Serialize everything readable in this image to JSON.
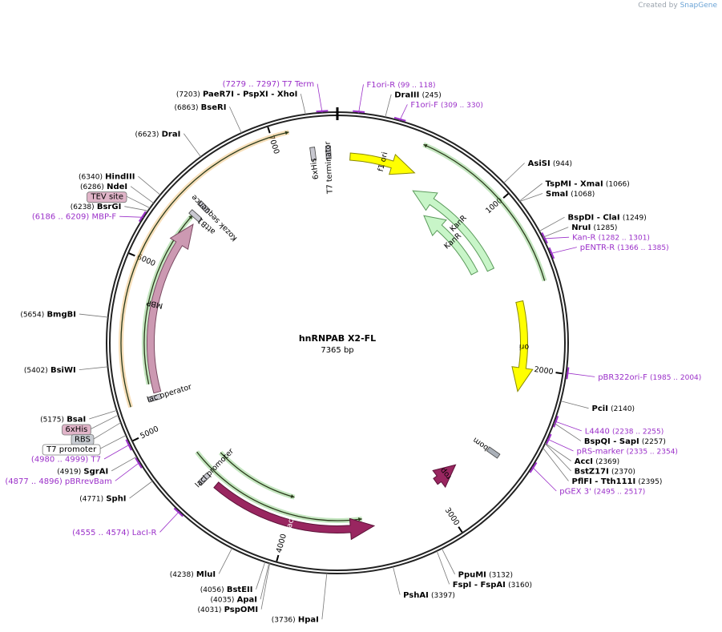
{
  "header": {
    "credit_prefix": "Created by",
    "credit_brand": "SnapGene"
  },
  "plasmid": {
    "name": "hnRNPAB X2-FL",
    "size_label": "7365 bp",
    "length": 7365
  },
  "colors": {
    "enzyme": "#000000",
    "primer": "#9b30c9",
    "tick": "#000000"
  },
  "ticks": [
    {
      "label": "1000",
      "bp": 1000
    },
    {
      "label": "2000",
      "bp": 2000
    },
    {
      "label": "3000",
      "bp": 3000
    },
    {
      "label": "4000",
      "bp": 4000
    },
    {
      "label": "5000",
      "bp": 5000
    },
    {
      "label": "6000",
      "bp": 6000
    },
    {
      "label": "7000",
      "bp": 7000
    }
  ],
  "sites": [
    {
      "kind": "primer",
      "text": "(7279 .. 7297)  T7 Term",
      "bp": 7288
    },
    {
      "kind": "primer",
      "text": "F1ori-R",
      "pos": "(99 .. 118)",
      "bp": 108
    },
    {
      "kind": "enzyme",
      "name": "DraIII",
      "pos": "(245)",
      "bp": 245
    },
    {
      "kind": "primer",
      "text": "F1ori-F",
      "pos": "(309 .. 330)",
      "bp": 320
    },
    {
      "kind": "enzyme",
      "pos": "(7203)",
      "name": "PaeR7I  - PspXI  - XhoI",
      "bp": 7203
    },
    {
      "kind": "enzyme",
      "pos": "(6863)",
      "name": "BseRI",
      "bp": 6863
    },
    {
      "kind": "enzyme",
      "pos": "(6623)",
      "name": "DraI",
      "bp": 6623
    },
    {
      "kind": "enzyme",
      "name": "AsiSI",
      "pos": "(944)",
      "bp": 944
    },
    {
      "kind": "enzyme",
      "name": "TspMI  - XmaI",
      "pos": "(1066)",
      "bp": 1066
    },
    {
      "kind": "enzyme",
      "name": "SmaI",
      "pos": "(1068)",
      "bp": 1068
    },
    {
      "kind": "enzyme",
      "name": "BspDI  - ClaI",
      "pos": "(1249)",
      "bp": 1249
    },
    {
      "kind": "primer",
      "text": "Kan-R",
      "pos": "(1282 .. 1301)",
      "bp": 1292
    },
    {
      "kind": "enzyme",
      "name": "NruI",
      "pos": "(1285)",
      "bp": 1285
    },
    {
      "kind": "primer",
      "text": "pENTR-R",
      "pos": "(1366 .. 1385)",
      "bp": 1376
    },
    {
      "kind": "enzyme",
      "pos": "(6340)",
      "name": "HindIII",
      "bp": 6340
    },
    {
      "kind": "enzyme",
      "pos": "(6286)",
      "name": "NdeI",
      "bp": 6286
    },
    {
      "kind": "boxed",
      "text": "TEV site",
      "bp": 6255
    },
    {
      "kind": "enzyme",
      "pos": "(6238)",
      "name": "BsrGI",
      "bp": 6238
    },
    {
      "kind": "primer",
      "text": "(6186 .. 6209)  MBP-F",
      "bp": 6198
    },
    {
      "kind": "enzyme",
      "pos": "(5654)",
      "name": "BmgBI",
      "bp": 5654
    },
    {
      "kind": "enzyme",
      "pos": "(5402)",
      "name": "BsiWI",
      "bp": 5402
    },
    {
      "kind": "primer",
      "text": "pBR322ori-F",
      "pos": "(1985 .. 2004)",
      "bp": 1995
    },
    {
      "kind": "enzyme",
      "name": "PciI",
      "pos": "(2140)",
      "bp": 2140
    },
    {
      "kind": "primer",
      "text": "L4440",
      "pos": "(2238 .. 2255)",
      "bp": 2247
    },
    {
      "kind": "enzyme",
      "name": "BspQI  - SapI",
      "pos": "(2257)",
      "bp": 2257
    },
    {
      "kind": "primer",
      "text": "pRS-marker",
      "pos": "(2335 .. 2354)",
      "bp": 2345
    },
    {
      "kind": "enzyme",
      "name": "AccI",
      "pos": "(2369)",
      "bp": 2369
    },
    {
      "kind": "enzyme",
      "name": "BstZ17I",
      "pos": "(2370)",
      "bp": 2370
    },
    {
      "kind": "enzyme",
      "name": "PflFI  - Tth111I",
      "pos": "(2395)",
      "bp": 2395
    },
    {
      "kind": "primer",
      "text": "pGEX 3'",
      "pos": "(2495 .. 2517)",
      "bp": 2506
    },
    {
      "kind": "enzyme",
      "pos": "(5175)",
      "name": "BsaI",
      "bp": 5175
    },
    {
      "kind": "boxed",
      "text": "6xHis",
      "bp": 5150
    },
    {
      "kind": "boxed",
      "text": "RBS",
      "bp": 5110
    },
    {
      "kind": "boxed",
      "text": "T7 promoter",
      "bp": 5040
    },
    {
      "kind": "primer",
      "text": "(4980 .. 4999)  T7",
      "bp": 4990
    },
    {
      "kind": "enzyme",
      "pos": "(4919)",
      "name": "SgrAI",
      "bp": 4919
    },
    {
      "kind": "primer",
      "text": "(4877 .. 4896)  pBRrevBam",
      "bp": 4886
    },
    {
      "kind": "enzyme",
      "pos": "(4771)",
      "name": "SphI",
      "bp": 4771
    },
    {
      "kind": "primer",
      "text": "(4555 .. 4574)  LacI-R",
      "bp": 4565
    },
    {
      "kind": "enzyme",
      "pos": "(4238)",
      "name": "MluI",
      "bp": 4238
    },
    {
      "kind": "enzyme",
      "pos": "(4056)",
      "name": "BstEII",
      "bp": 4056
    },
    {
      "kind": "enzyme",
      "pos": "(4035)",
      "name": "ApaI",
      "bp": 4035
    },
    {
      "kind": "enzyme",
      "pos": "(4031)",
      "name": "PspOMI",
      "bp": 4031
    },
    {
      "kind": "enzyme",
      "name": "HpaI",
      "pos": "(3736)",
      "bp": 3736
    },
    {
      "kind": "enzyme",
      "name": "PshAI",
      "pos": "(3397)",
      "bp": 3397
    },
    {
      "kind": "enzyme",
      "name": "PpuMI",
      "pos": "(3132)",
      "bp": 3132
    },
    {
      "kind": "enzyme",
      "name": "FspI  - FspAI",
      "pos": "(3160)",
      "bp": 3160
    }
  ],
  "features": [
    {
      "name": "f1 ori",
      "label": "f1 ori",
      "start": 80,
      "end": 500,
      "ring": 1,
      "dir": 1,
      "fill": "#ffff00",
      "stroke": "#8a8a00",
      "text": "#000000"
    },
    {
      "name": "kanr-outer",
      "label": "KanR",
      "start": 540,
      "end": 1320,
      "ring": 2,
      "dir": -1,
      "fill": "#c8f5c8",
      "stroke": "#5a9a5a",
      "text": "#000000"
    },
    {
      "name": "kanr-inner",
      "label": "KanR",
      "start": 700,
      "end": 1290,
      "ring": 3,
      "dir": -1,
      "fill": "#c8f5c8",
      "stroke": "#5a9a5a",
      "text": "#000000"
    },
    {
      "name": "ori",
      "label": "ori",
      "start": 1580,
      "end": 2150,
      "ring": 1,
      "dir": 1,
      "fill": "#ffff00",
      "stroke": "#8a8a00",
      "text": "#000000"
    },
    {
      "name": "laci",
      "label": "lacI",
      "start": 3450,
      "end": 4510,
      "ring": 1,
      "dir": -1,
      "fill": "#992660",
      "stroke": "#5c1238",
      "text": "#ffffff"
    },
    {
      "name": "mbp",
      "label": "MBP",
      "start": 5210,
      "end": 6330,
      "ring": 1,
      "dir": 1,
      "fill": "#cc99b2",
      "stroke": "#7a4a62",
      "text": "#000000"
    },
    {
      "name": "rop",
      "label": "rop",
      "start": 2780,
      "end": 2960,
      "ring": 2,
      "dir": -1,
      "fill": "#992660",
      "stroke": "#5c1238",
      "text": "#000000"
    }
  ],
  "small_features": [
    {
      "label": "T7 terminator",
      "bp": 7310
    },
    {
      "label": "6xHis",
      "bp": 7215
    },
    {
      "label": "attB1",
      "bp": 6380
    },
    {
      "label": "Kozak sequence",
      "bp": 6455
    },
    {
      "label": "lac operator",
      "bp": 5180
    },
    {
      "label": "lacI promoter",
      "bp": 4590
    },
    {
      "label": "bom",
      "bp": 2560
    }
  ],
  "orfs": [
    {
      "name": "orf-top-left",
      "start": 5170,
      "end": 7100,
      "ring": 0,
      "color": "#e8a33a"
    },
    {
      "name": "orf-kan",
      "start": 480,
      "end": 1500,
      "ring": 0,
      "color": "#55b84a"
    },
    {
      "name": "orf-mbp",
      "start": 5270,
      "end": 6370,
      "ring": 1,
      "color": "#55b84a"
    },
    {
      "name": "orf-laci-outer",
      "start": 3520,
      "end": 4750,
      "ring": 2,
      "color": "#55b84a"
    },
    {
      "name": "orf-laci-inner",
      "start": 4000,
      "end": 4640,
      "ring": 3,
      "color": "#55b84a"
    }
  ]
}
